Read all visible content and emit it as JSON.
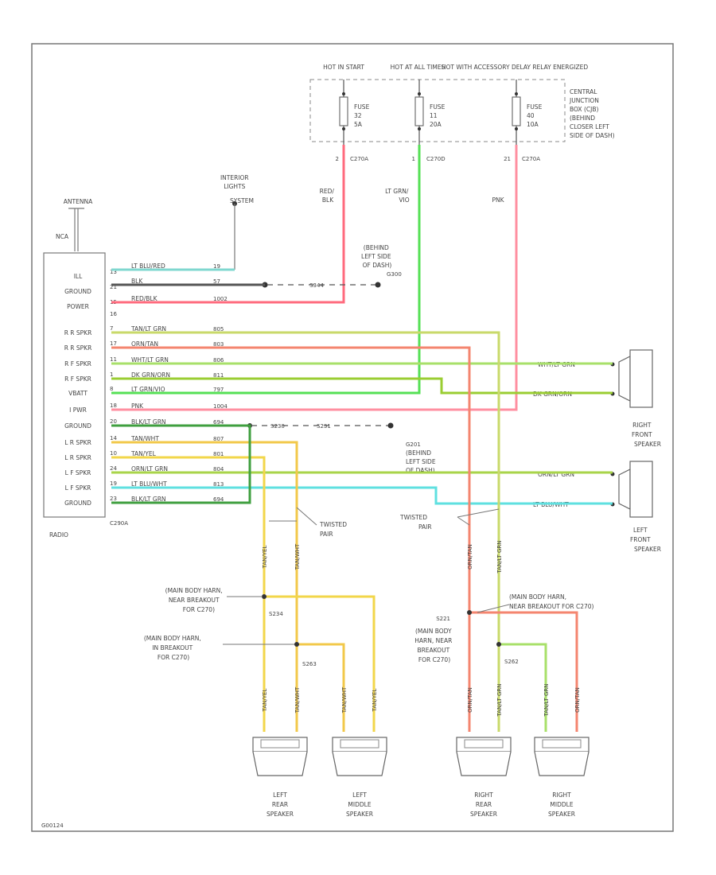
{
  "fuse_box": {
    "headers": [
      "HOT IN START",
      "HOT AT ALL TIMES",
      "HOT WITH ACCESSORY DELAY RELAY ENERGIZED"
    ],
    "fuses": [
      {
        "name": "FUSE",
        "number": "32",
        "rating": "5A"
      },
      {
        "name": "FUSE",
        "number": "11",
        "rating": "20A"
      },
      {
        "name": "FUSE",
        "number": "40",
        "rating": "10A"
      }
    ],
    "location_lines": [
      "CENTRAL",
      "JUNCTION",
      "BOX (CJB)",
      "(BEHIND",
      "CLOSER LEFT",
      "SIDE OF DASH)"
    ],
    "connectors": [
      {
        "pin": "2",
        "name": "C270A"
      },
      {
        "pin": "1",
        "name": "C270D"
      },
      {
        "pin": "21",
        "name": "C270A"
      }
    ]
  },
  "feed_wires": [
    {
      "color": "#ff6a7d",
      "label_lines": [
        "RED/",
        "BLK"
      ]
    },
    {
      "color": "#55e055",
      "label_lines": [
        "LT GRN/",
        "VIO"
      ]
    },
    {
      "color": "#ff8fa0",
      "label_lines": [
        "PNK"
      ]
    }
  ],
  "antenna": {
    "label": "ANTENNA",
    "sublabel": "NCA"
  },
  "interior_lights": {
    "lines": [
      "INTERIOR",
      "LIGHTS",
      "SYSTEM"
    ]
  },
  "ground_top": {
    "splice": "S344",
    "lines": [
      "(BEHIND",
      "LEFT SIDE",
      "OF DASH)"
    ],
    "ground": "G300"
  },
  "ground_mid": {
    "splice_a": "S230",
    "splice_b": "S231",
    "ground_label": "G201",
    "lines": [
      "(BEHIND",
      "LEFT SIDE",
      "OF DASH)"
    ]
  },
  "radio": {
    "label": "RADIO",
    "connector": "C290A",
    "pins": [
      "ILL",
      "GROUND",
      "POWER",
      "",
      "R R SPKR",
      "R R SPKR",
      "R F SPKR",
      "R F SPKR",
      "VBATT",
      "I PWR",
      "GROUND",
      "L R SPKR",
      "L R SPKR",
      "L F SPKR",
      "L F SPKR",
      "GROUND"
    ],
    "pin_numbers": [
      "13",
      "21",
      "15",
      "16",
      "7",
      "17",
      "11",
      "1",
      "8",
      "18",
      "20",
      "14",
      "10",
      "24",
      "19",
      "23"
    ]
  },
  "radio_wires": [
    {
      "color": "#7fd7cf",
      "label": "LT BLU/RED",
      "circuit": "19"
    },
    {
      "color": "#555555",
      "label": "BLK",
      "circuit": "57"
    },
    {
      "color": "#ff6a7d",
      "label": "RED/BLK",
      "circuit": "1002"
    },
    {
      "color": "#c9d96a",
      "label": "TAN/LT GRN",
      "circuit": "805"
    },
    {
      "color": "#f4856f",
      "label": "ORN/TAN",
      "circuit": "803"
    },
    {
      "color": "#a8e06a",
      "label": "WHT/LT GRN",
      "circuit": "806"
    },
    {
      "color": "#9acd32",
      "label": "DK GRN/ORN",
      "circuit": "811"
    },
    {
      "color": "#b0b0b0",
      "label": "LT GRN/VIO",
      "circuit": "797"
    },
    {
      "color": "#ff6a8d",
      "label": "PNK",
      "circuit": "1004"
    },
    {
      "color": "#3f9f3f",
      "label": "BLK/LT GRN",
      "circuit": "694"
    },
    {
      "color": "#f2c84a",
      "label": "TAN/WHT",
      "circuit": "807"
    },
    {
      "color": "#f2d64a",
      "label": "TAN/YEL",
      "circuit": "801"
    },
    {
      "color": "#a9d44a",
      "label": "ORN/LT GRN",
      "circuit": "804"
    },
    {
      "color": "#5fe0e0",
      "label": "LT BLU/WHT",
      "circuit": "813"
    },
    {
      "color": "#3f9f3f",
      "label": "BLK/LT GRN",
      "circuit": "694"
    }
  ],
  "ground_wire_label": "BLK/LT GRN",
  "right_front_speaker": {
    "lines": [
      "RIGHT",
      "FRONT",
      "SPEAKER"
    ],
    "wires": [
      "WHT/LT GRN",
      "DK GRN/ORN"
    ]
  },
  "left_front_speaker": {
    "lines": [
      "LEFT",
      "FRONT",
      "SPEAKER"
    ],
    "wires": [
      "ORN/LT GRN",
      "LT BLU/WHT"
    ]
  },
  "twisted_pair_left": [
    "TWISTED",
    "PAIR"
  ],
  "twisted_pair_right": [
    "TWISTED",
    "PAIR"
  ],
  "harness_notes": [
    {
      "lines": [
        "(MAIN BODY HARN,",
        "NEAR BREAKOUT",
        "FOR C270)"
      ],
      "splice": "S234"
    },
    {
      "lines": [
        "(MAIN BODY HARN,",
        "IN BREAKOUT",
        "FOR C270)"
      ],
      "splice": "S263"
    },
    {
      "lines": [
        "(MAIN BODY HARN,",
        "NEAR BREAKOUT FOR C270)"
      ]
    },
    {
      "lines": [
        "(MAIN BODY",
        "HARN, NEAR",
        "BREAKOUT",
        "FOR C270)"
      ],
      "splice": "S221"
    },
    {
      "splice": "S262"
    }
  ],
  "bottom_wire_labels": [
    "TAN/YEL",
    "TAN/WHT",
    "TAN/WHT",
    "TAN/YEL",
    "ORN/TAN",
    "TAN/LT GRN",
    "TAN/LT GRN",
    "ORN/TAN"
  ],
  "speakers_bottom": [
    {
      "lines": [
        "LEFT",
        "REAR",
        "SPEAKER"
      ]
    },
    {
      "lines": [
        "LEFT",
        "MIDDLE",
        "SPEAKER"
      ]
    },
    {
      "lines": [
        "RIGHT",
        "REAR",
        "SPEAKER"
      ]
    },
    {
      "lines": [
        "RIGHT",
        "MIDDLE",
        "SPEAKER"
      ]
    }
  ],
  "figure_code": "G00124"
}
